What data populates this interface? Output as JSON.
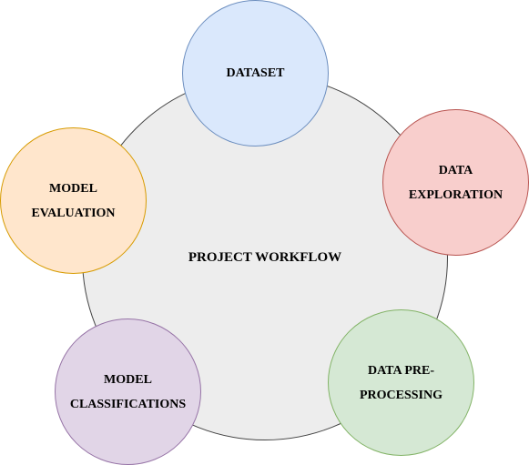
{
  "diagram": {
    "center": {
      "label": "PROJECT WORKFLOW",
      "fill": "#ededed",
      "stroke": "#444444"
    },
    "nodes": [
      {
        "id": "dataset",
        "label": "DATASET",
        "fill": "#dae8fc",
        "stroke": "#6c8ebf"
      },
      {
        "id": "exploration",
        "label": "DATA\nEXPLORATION",
        "fill": "#f8cecc",
        "stroke": "#b85450"
      },
      {
        "id": "preprocessing",
        "label": "DATA PRE-\nPROCESSING",
        "fill": "#d5e8d4",
        "stroke": "#82b366"
      },
      {
        "id": "classifications",
        "label": "MODEL\nCLASSIFICATIONS",
        "fill": "#e1d5e7",
        "stroke": "#9673a6"
      },
      {
        "id": "evaluation",
        "label": "MODEL\nEVALUATION",
        "fill": "#ffe6cc",
        "stroke": "#d79b00"
      }
    ]
  }
}
